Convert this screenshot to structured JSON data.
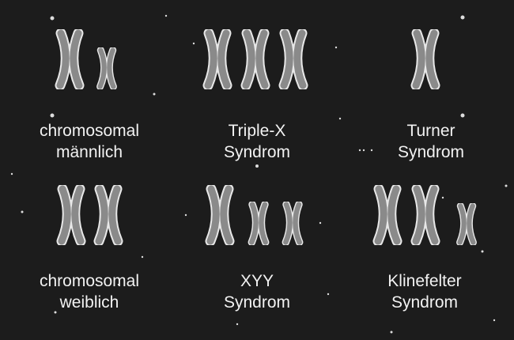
{
  "background_color": "#1c1c1c",
  "groups": [
    {
      "line1": "chromosomal",
      "line2": "männlich",
      "karyotype": [
        "X",
        "Y"
      ]
    },
    {
      "line1": "Triple-X",
      "line2": "Syndrom",
      "karyotype": [
        "X",
        "X",
        "X"
      ]
    },
    {
      "line1": "Turner",
      "line2": "Syndrom",
      "karyotype": [
        "X"
      ]
    },
    {
      "line1": "chromosomal",
      "line2": "weiblich",
      "karyotype": [
        "X",
        "X"
      ]
    },
    {
      "line1": "XYY",
      "line2": "Syndrom",
      "karyotype": [
        "X",
        "Y",
        "Y"
      ]
    },
    {
      "line1": "Klinefelter",
      "line2": "Syndrom",
      "karyotype": [
        "X",
        "X",
        "Y"
      ]
    }
  ]
}
